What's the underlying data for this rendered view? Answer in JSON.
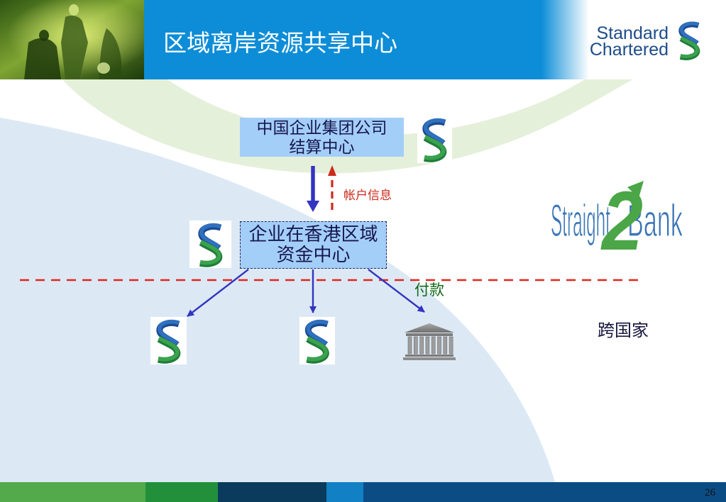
{
  "slide": {
    "title": "区域离岸资源共享中心",
    "page_number": "26"
  },
  "brand": {
    "line1": "Standard",
    "line2": "Chartered"
  },
  "diagram": {
    "settlement_center": {
      "line1": "中国企业集团公司",
      "line2": "结算中心"
    },
    "hk_treasury_center": {
      "line1": "企业在香港区域",
      "line2": "资金中心"
    },
    "account_info_label": "帐户信息",
    "payment_label": "付款",
    "cross_border_label": "跨国家"
  },
  "straight2bank": {
    "part1": "Straight",
    "part2": "2",
    "part3": "Bank"
  },
  "icons": {
    "header_logo": "sc-logo-icon",
    "bank_node": "sc-logo-icon",
    "external_bank": "bank-building-icon"
  },
  "colors": {
    "header_blue": "#0d8dd7",
    "sc_text": "#1d4c8a",
    "box_fill": "#a3cef8",
    "box_text": "#17174f",
    "arrow_blue": "#3434c2",
    "account_red": "#cc2a1c",
    "divider_red": "#e1261d",
    "payment_green": "#10691a",
    "sc_blue": "#2f70bf",
    "sc_blue_dark": "#1b4b90",
    "sc_green": "#3aa24c",
    "sc_green_dark": "#1f7d3a",
    "s2b_blue": "#3b76b6",
    "s2b_green": "#4aa646",
    "footer_green": "#52aa4b",
    "footer_green_dark": "#22903a",
    "footer_navy": "#0b3b5c",
    "footer_blue": "#1180c4",
    "footer_navy_2": "#0b4c84"
  }
}
